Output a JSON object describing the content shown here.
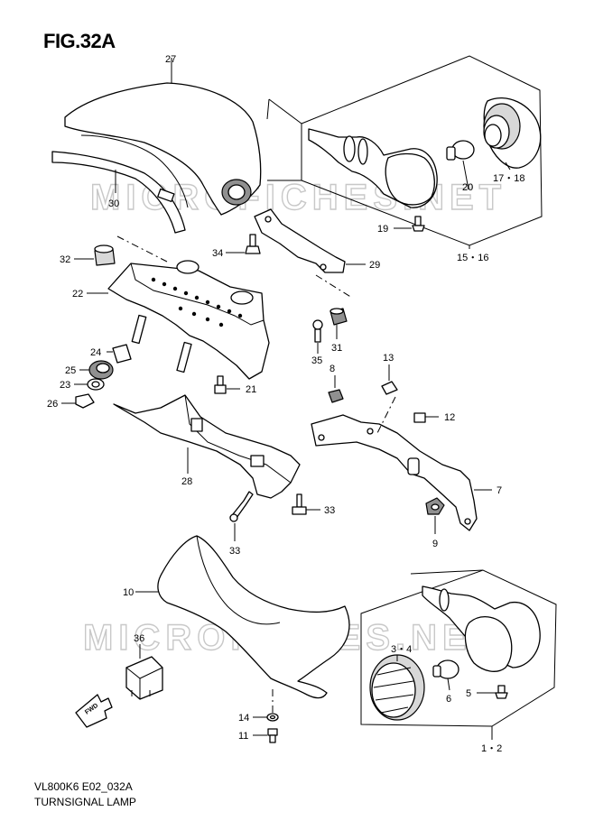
{
  "figure": {
    "title": "FIG.32A",
    "model_code": "VL800K6 E02_032A",
    "name": "TURNSIGNAL LAMP"
  },
  "watermark": {
    "text": "MICROFICHES.NET"
  },
  "callouts": {
    "c27": "27",
    "c30": "30",
    "c32": "32",
    "c22": "22",
    "c34": "34",
    "c29": "29",
    "c35": "35",
    "c31": "31",
    "c24": "24",
    "c25": "25",
    "c23": "23",
    "c26": "26",
    "c21": "21",
    "c8": "8",
    "c13": "13",
    "c12": "12",
    "c7": "7",
    "c9": "9",
    "c28": "28",
    "c33a": "33",
    "c33b": "33",
    "c20": "20",
    "c1718": "17・18",
    "c19": "19",
    "c1516": "15・16",
    "c10": "10",
    "c36": "36",
    "c34lamp": "3・4",
    "c6": "6",
    "c5": "5",
    "c14": "14",
    "c11": "11",
    "c12lamp": "1・2"
  },
  "direction_marker": {
    "text": "FWD"
  }
}
